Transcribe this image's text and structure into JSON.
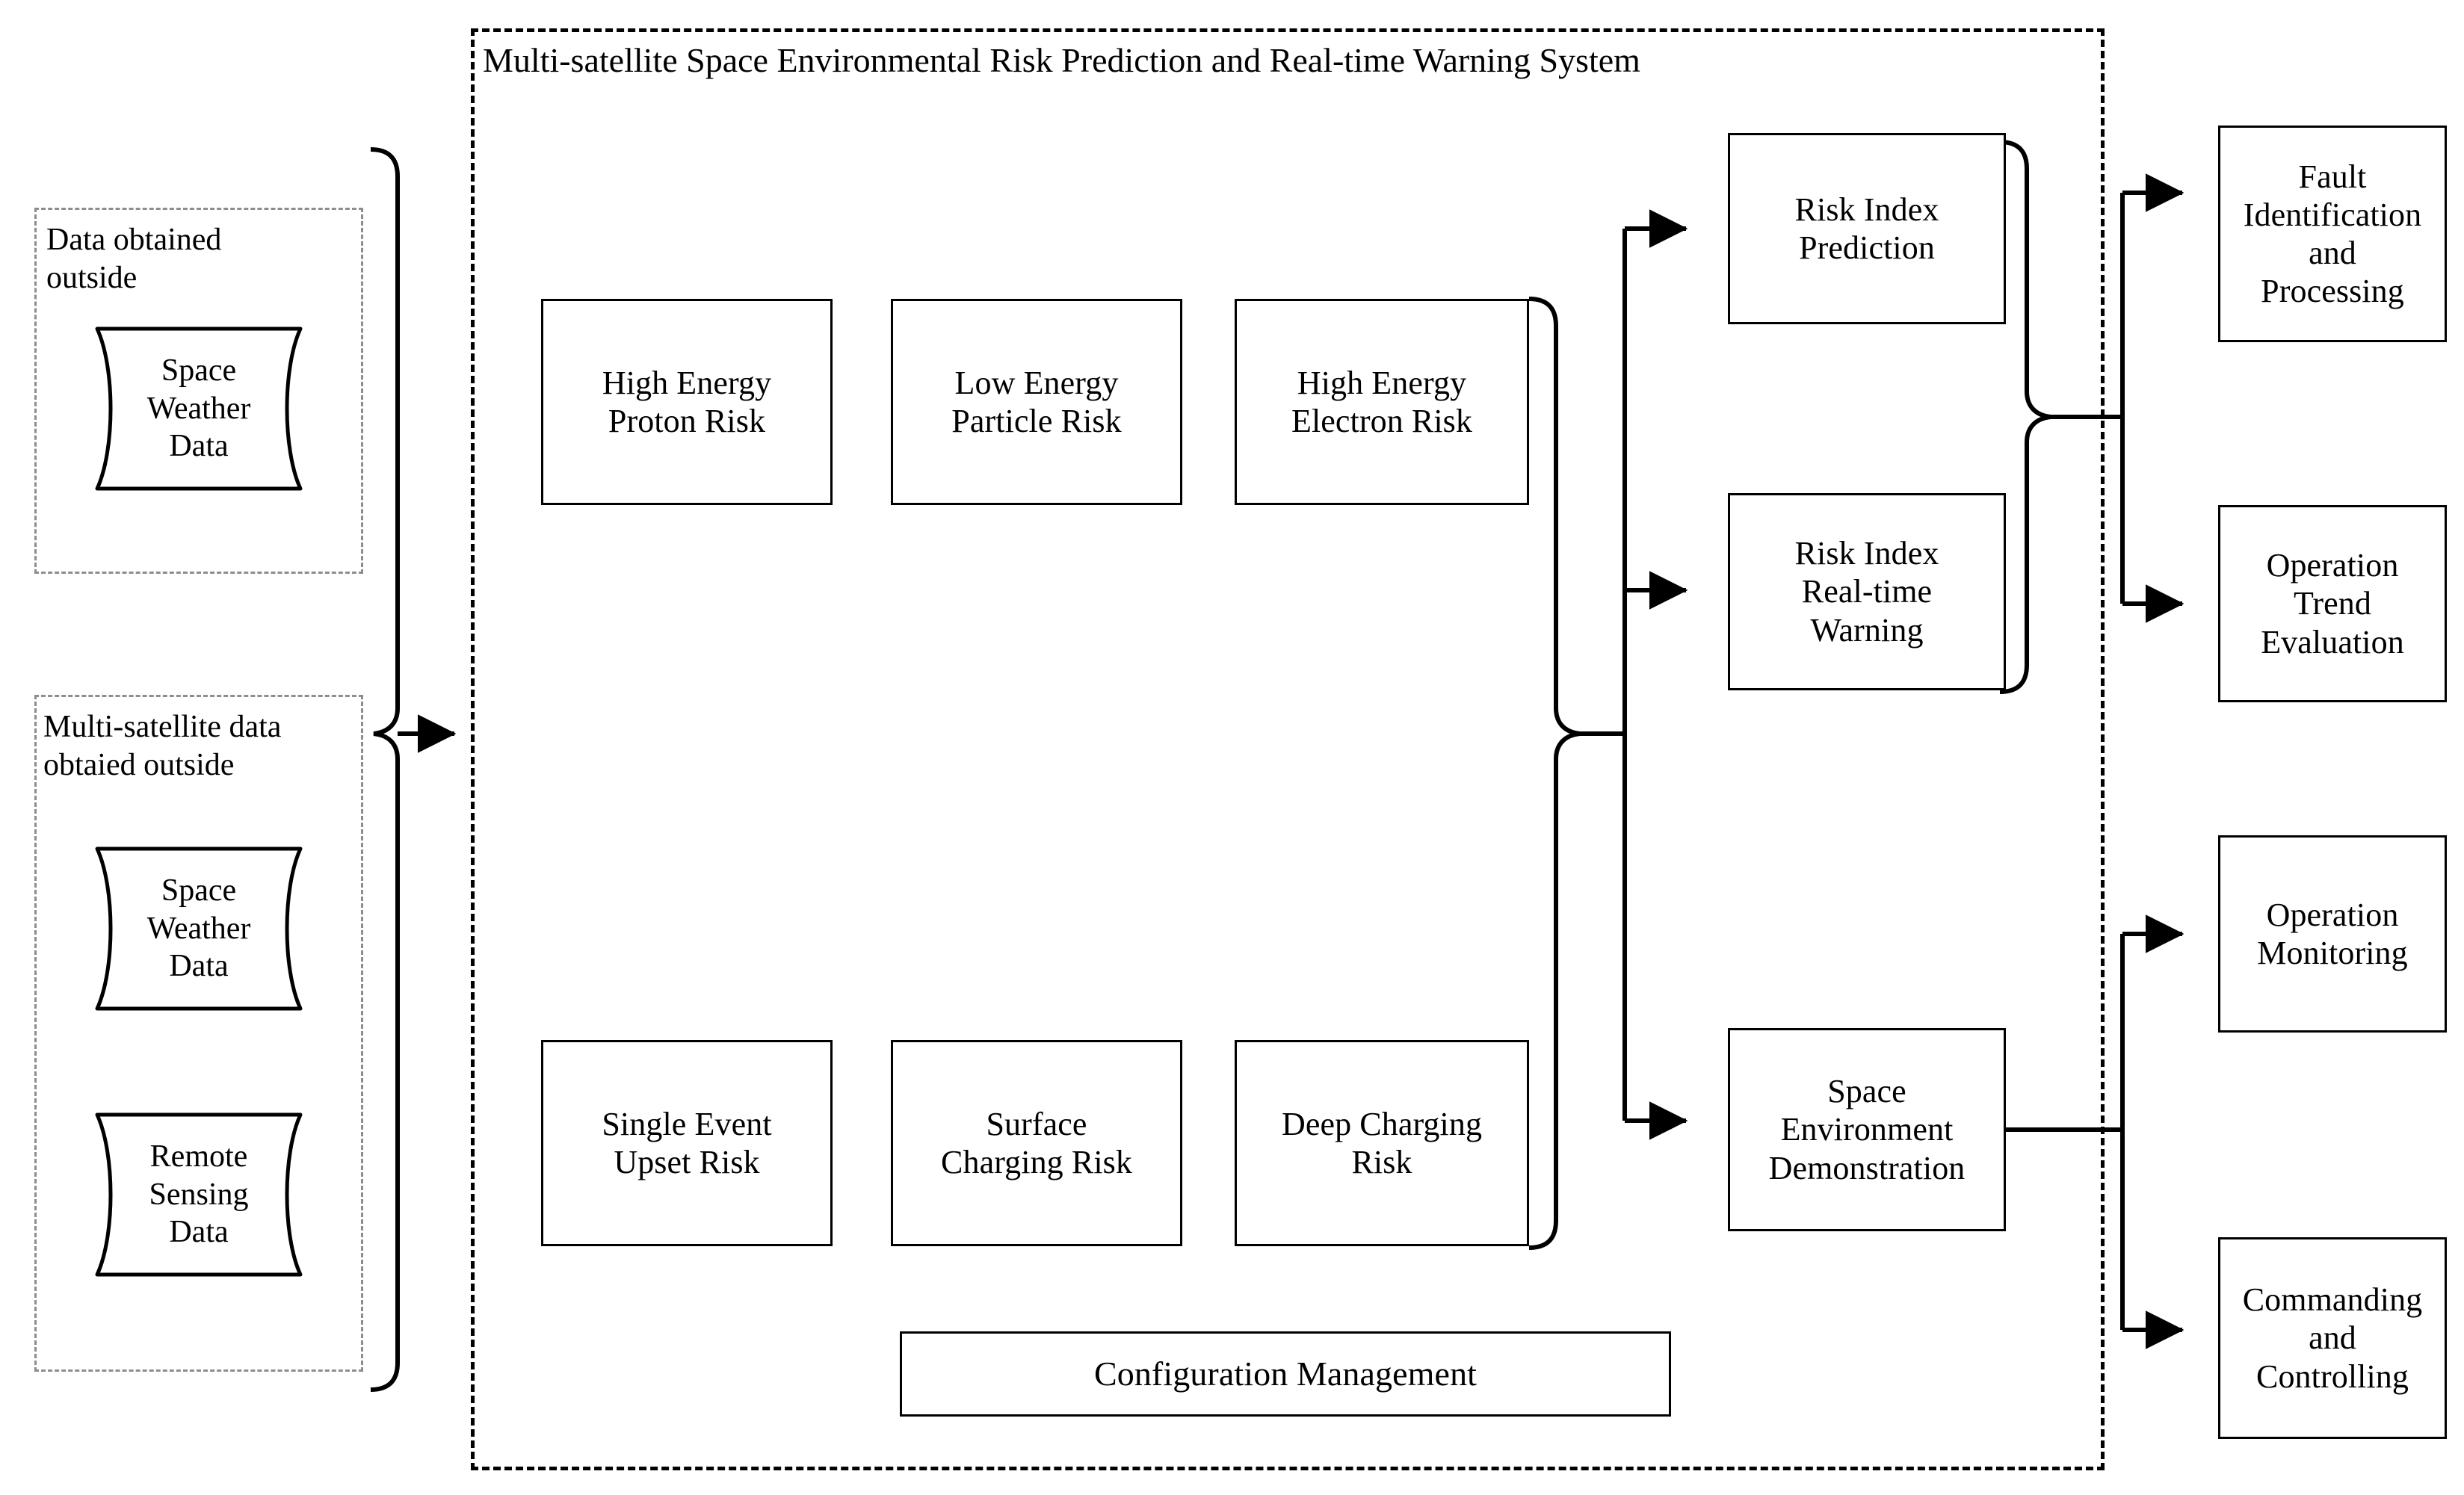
{
  "system": {
    "title": "Multi-satellite Space Environmental Risk Prediction and Real-time Warning System"
  },
  "input_groups": [
    {
      "title": "Data obtained\noutside",
      "sources": [
        "Space\nWeather\nData"
      ]
    },
    {
      "title": "Multi-satellite data\nobtaied outside",
      "sources": [
        "Space\nWeather\nData",
        "Remote\nSensing\nData"
      ]
    }
  ],
  "risk_modules": {
    "row1": [
      "High Energy\nProton Risk",
      "Low Energy\nParticle Risk",
      "High Energy\nElectron Risk"
    ],
    "row2": [
      "Single Event\nUpset Risk",
      "Surface\nCharging Risk",
      "Deep Charging\nRisk"
    ]
  },
  "configuration": {
    "label": "Configuration Management"
  },
  "processing": [
    "Risk Index\nPrediction",
    "Risk Index\nReal-time\nWarning",
    "Space\nEnvironment\nDemonstration"
  ],
  "outputs": [
    "Fault\nIdentification\nand\nProcessing",
    "Operation\nTrend\nEvaluation",
    "Operation\nMonitoring",
    "Commanding\nand\nControlling"
  ],
  "colors": {
    "line": "#000000",
    "dashed_group": "#8d8d8d",
    "background": "#ffffff"
  }
}
